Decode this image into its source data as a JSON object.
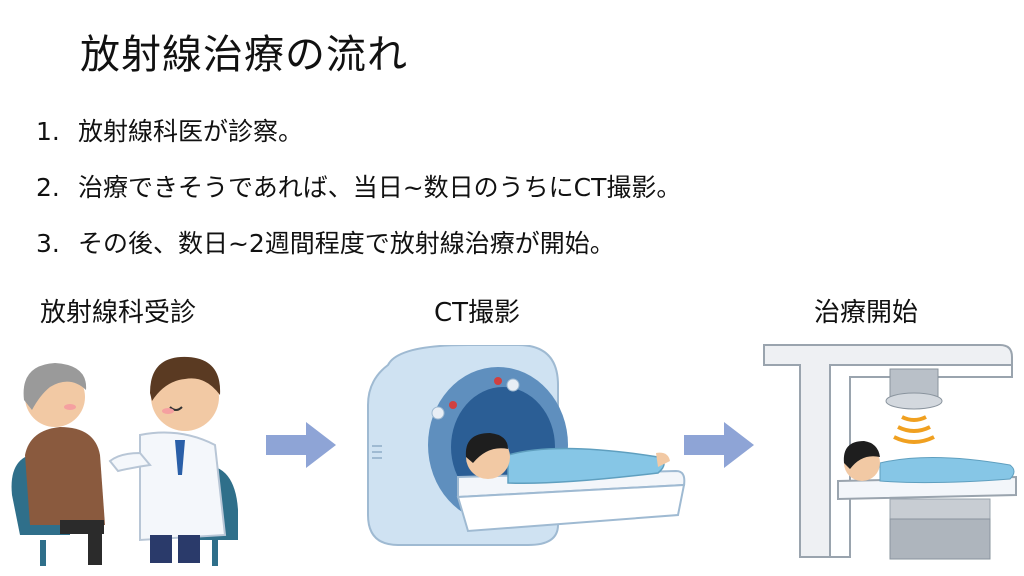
{
  "title": "放射線治療の流れ",
  "steps": [
    {
      "num": "1.",
      "text": "放射線科医が診察。"
    },
    {
      "num": "2.",
      "text": "治療できそうであれば、当日~数日のうちにCT撮影。"
    },
    {
      "num": "3.",
      "text": "その後、数日~2週間程度で放射線治療が開始。"
    }
  ],
  "stages": [
    {
      "label": "放射線科受診",
      "icon": "doctor-consultation-illustration"
    },
    {
      "label": "CT撮影",
      "icon": "ct-scanner-illustration"
    },
    {
      "label": "治療開始",
      "icon": "radiation-treatment-machine-illustration"
    }
  ],
  "colors": {
    "arrow": "#8ea4d6",
    "scanner_body": "#cfe2f2",
    "scanner_bore": "#2b5e95",
    "patient_gown": "#86c6e6"
  }
}
